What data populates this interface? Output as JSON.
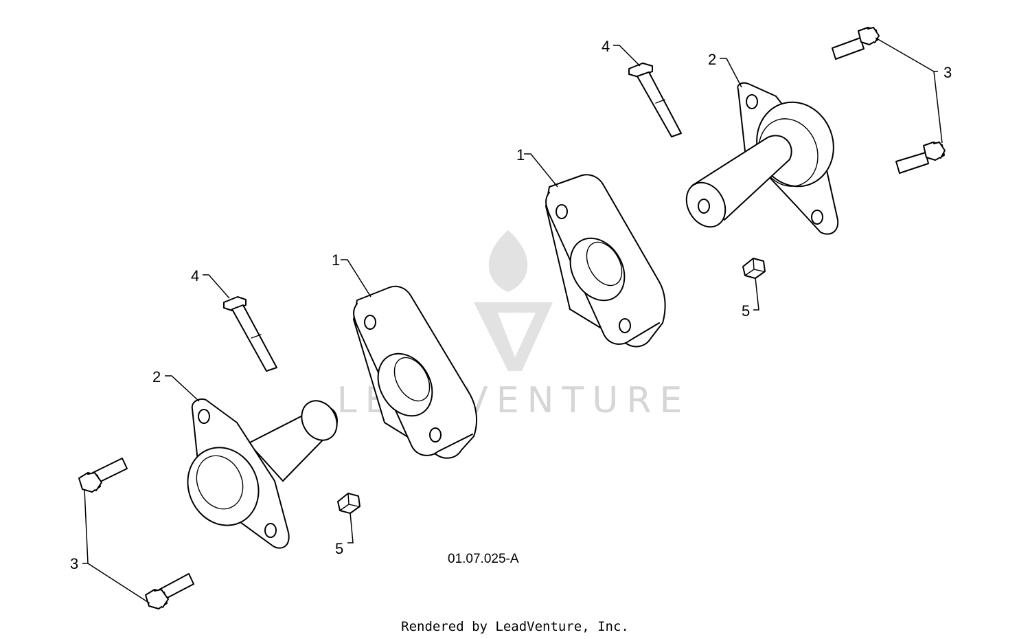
{
  "callouts": {
    "spacer_left": "1",
    "spacer_right": "1",
    "bearing_left": "2",
    "bearing_right": "2",
    "bolts_left": "3",
    "bolts_right": "3",
    "pin_left": "4",
    "pin_right": "4",
    "nut_left": "5",
    "nut_right": "5"
  },
  "diagram_code": "01.07.025-A",
  "watermark": "LEADVENTURE",
  "footer": "Rendered by LeadVenture, Inc.",
  "colors": {
    "line": "#000000",
    "watermark": "#d6d6d6",
    "background": "#ffffff"
  }
}
